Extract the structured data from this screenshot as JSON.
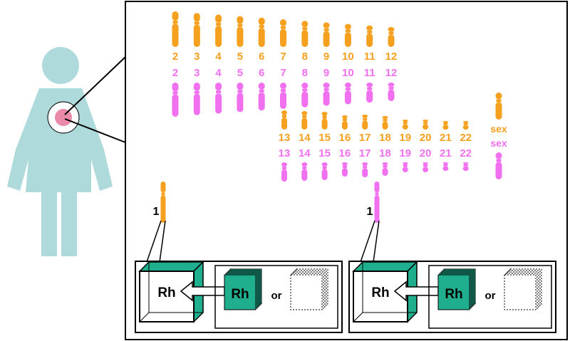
{
  "colors": {
    "maternal": "#F5A01E",
    "paternal": "#F070F0",
    "body": "#AEDADC",
    "cell_nucleus": "#E88AA8",
    "rh_box": "#1FAF8F",
    "outline": "#000000"
  },
  "chromosomes": {
    "top_row_labels": [
      "2",
      "3",
      "4",
      "5",
      "6",
      "7",
      "8",
      "9",
      "10",
      "11",
      "12"
    ],
    "bottom_row_labels": [
      "13",
      "14",
      "15",
      "16",
      "17",
      "18",
      "19",
      "20",
      "21",
      "22"
    ],
    "sex_label": "sex"
  },
  "panels": [
    {
      "chromosome_label": "1",
      "gene_label": "Rh",
      "allele_label": "Rh",
      "or_label": "or",
      "chromosome_color": "maternal"
    },
    {
      "chromosome_label": "1",
      "gene_label": "Rh",
      "allele_label": "Rh",
      "or_label": "or",
      "chromosome_color": "paternal"
    }
  ],
  "icons": [
    "woman-silhouette-icon",
    "cell-icon",
    "chromosome-icon",
    "gene-box-icon",
    "empty-box-icon"
  ]
}
